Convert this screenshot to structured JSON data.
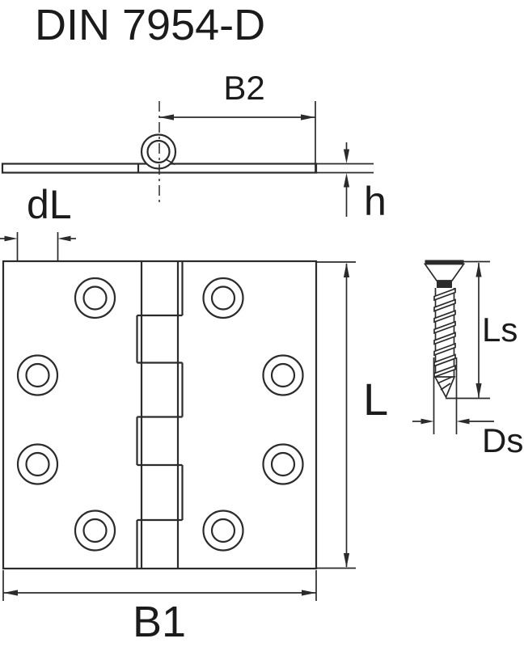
{
  "title": "DIN 7954-D",
  "dimension_labels": {
    "b2": "B2",
    "h": "h",
    "dl": "dL",
    "l": "L",
    "b1": "B1",
    "ls": "Ls",
    "ds": "Ds"
  },
  "colors": {
    "line": "#2b2b2b",
    "text": "#1b1b1b",
    "background": "#ffffff"
  }
}
